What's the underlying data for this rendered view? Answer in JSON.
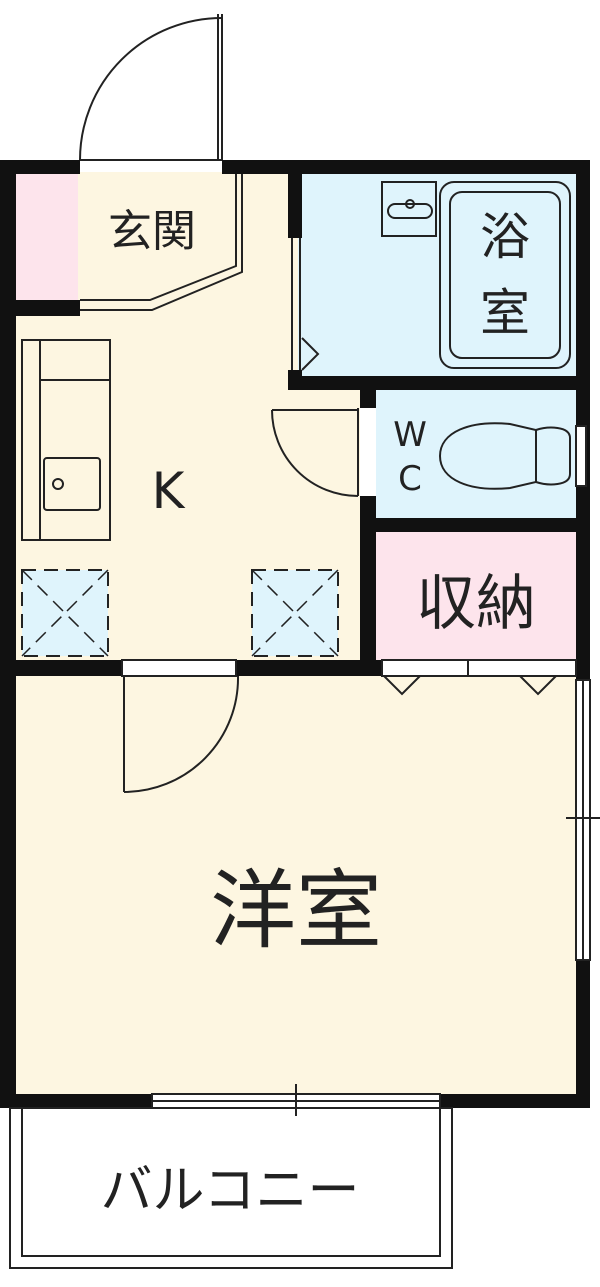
{
  "rooms": {
    "genkan": "玄関",
    "bath_line1": "浴",
    "bath_line2": "室",
    "wc_line1": "W",
    "wc_line2": "C",
    "kitchen": "K",
    "storage": "収納",
    "western_room": "洋室",
    "balcony": "バルコニー"
  },
  "colors": {
    "floor": "#fdf6e1",
    "wet_area": "#dff4fc",
    "storage": "#fde4ec",
    "wall": "#111111",
    "line": "#222222",
    "background": "#ffffff"
  }
}
